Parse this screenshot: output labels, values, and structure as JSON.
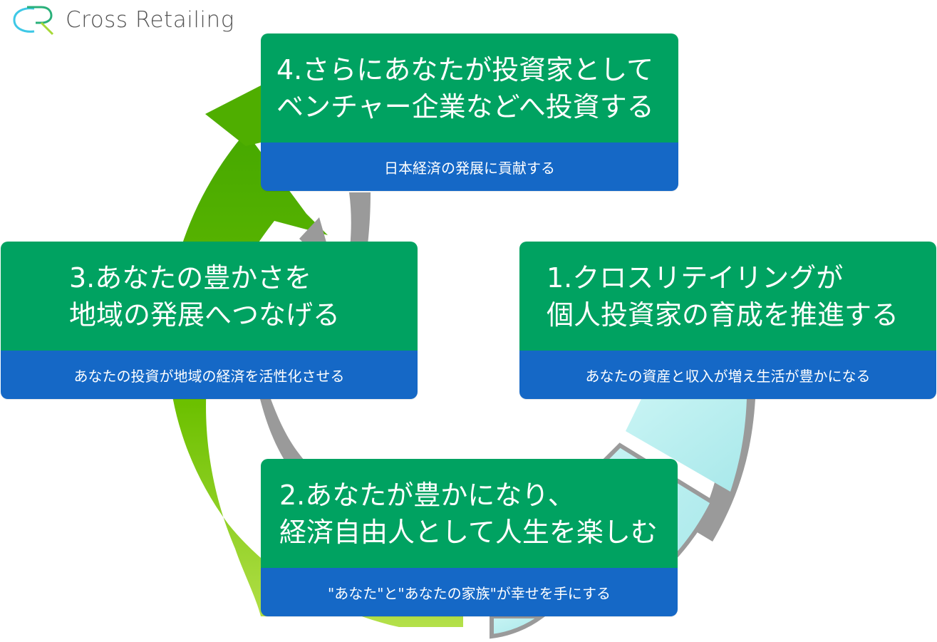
{
  "logo": {
    "text": "Cross Retailing",
    "mark_colors": [
      "#3ec8e6",
      "#2ab07a",
      "#a6d936"
    ]
  },
  "colors": {
    "card_title_bg": "#00a261",
    "card_subtitle_bg": "#1568c6",
    "arrow_green_light": "#a6d936",
    "arrow_green_dark": "#46a800",
    "arc_cyan": "#bff0f0",
    "arc_shadow": "#9a9a9a"
  },
  "steps": [
    {
      "id": "step-1",
      "title_lines": [
        "1.クロスリテイリングが",
        "個人投資家の育成を推進する"
      ],
      "subtitle": "あなたの資産と収入が増え生活が豊かになる"
    },
    {
      "id": "step-2",
      "title_lines": [
        "2.あなたが豊かになり、",
        "経済自由人として人生を楽しむ"
      ],
      "subtitle": "\"あなた\"と\"あなたの家族\"が幸せを手にする"
    },
    {
      "id": "step-3",
      "title_lines": [
        "3.あなたの豊かさを",
        "地域の発展へつなげる"
      ],
      "subtitle": "あなたの投資が地域の経済を活性化させる"
    },
    {
      "id": "step-4",
      "title_lines": [
        "4.さらにあなたが投資家として",
        "ベンチャー企業などへ投資する"
      ],
      "subtitle": "日本経済の発展に貢献する"
    }
  ]
}
